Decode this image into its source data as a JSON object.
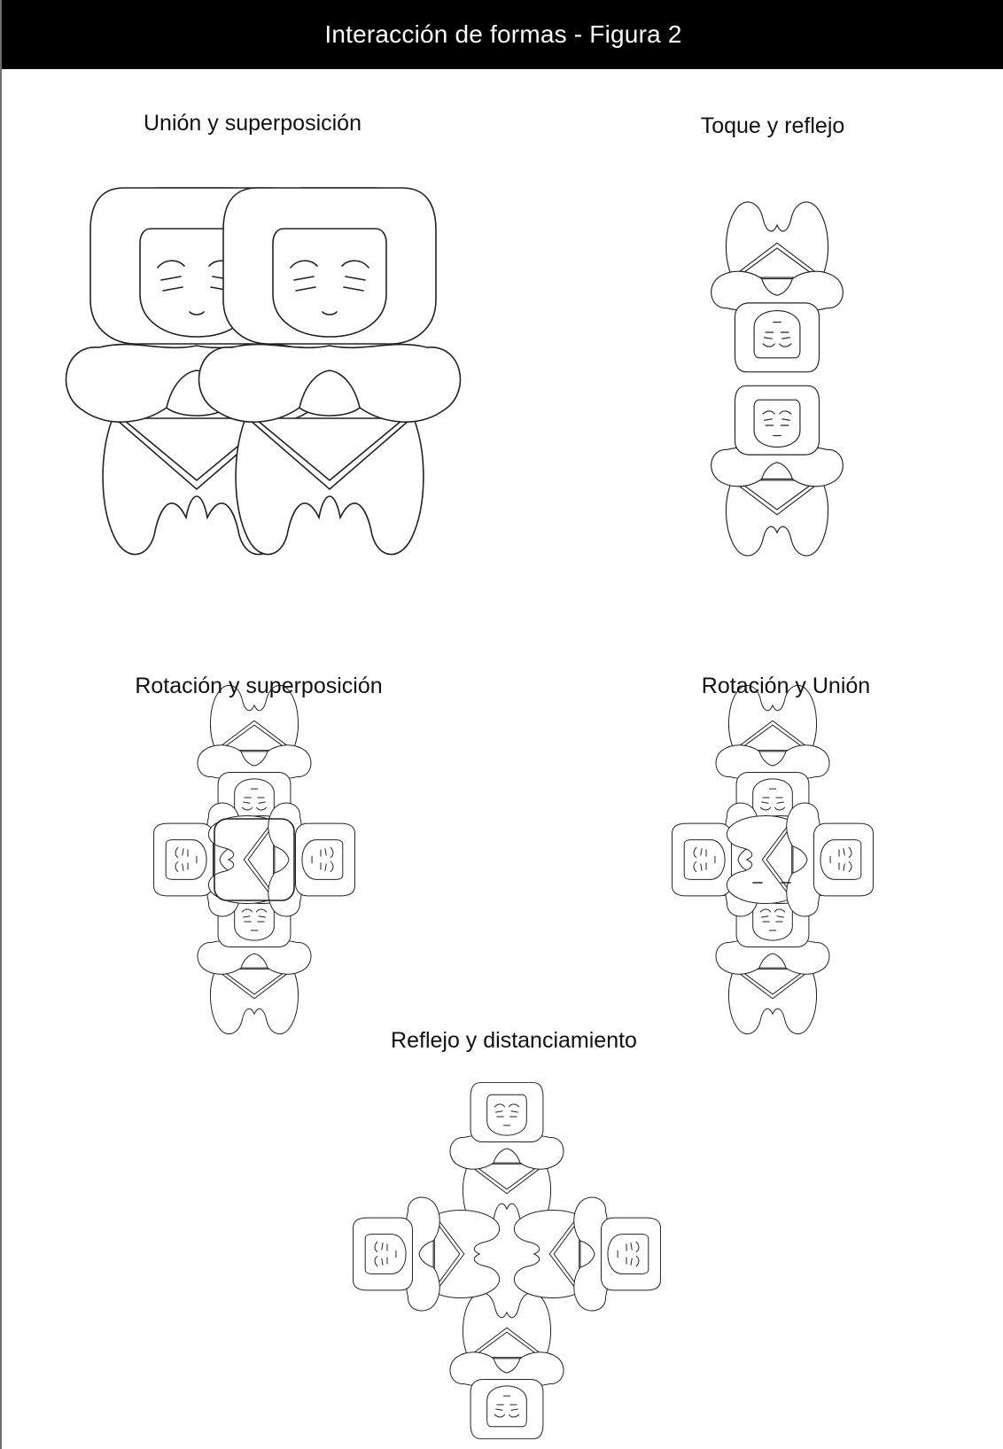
{
  "header": {
    "title": "Interacción de formas - Figura 2"
  },
  "captions": {
    "union_superposicion": "Unión y superposición",
    "toque_reflejo": "Toque y reflejo",
    "rotacion_superposicion": "Rotación y superposición",
    "rotacion_union": "Rotación y Unión",
    "reflejo_distanciamiento": "Reflejo y distanciamiento"
  },
  "colors": {
    "header_background": "#000000",
    "header_text": "#ffffff",
    "line": "#222222",
    "background": "#ffffff"
  }
}
